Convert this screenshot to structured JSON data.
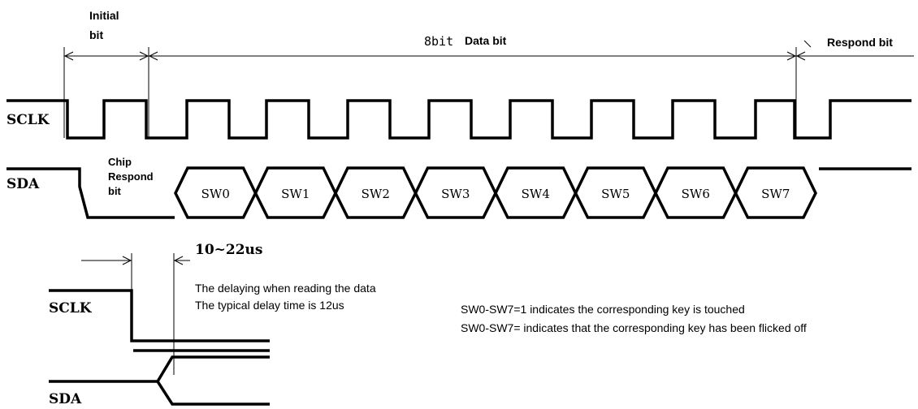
{
  "labels": {
    "initial_bit_line1": "Initial",
    "initial_bit_line2": "bit",
    "data_bit_prefix": "8bit",
    "data_bit_text": "Data bit",
    "respond_bit": "Respond bit",
    "sclk": "SCLK",
    "sda": "SDA",
    "chip_respond_line1": "Chip",
    "chip_respond_line2": "Respond",
    "chip_respond_line3": "bit",
    "delay_value": "10~22us",
    "delay_desc_line1": "The delaying when reading the data",
    "delay_desc_line2": "The typical delay time is 12us"
  },
  "data_bits": [
    "SW0",
    "SW1",
    "SW2",
    "SW3",
    "SW4",
    "SW5",
    "SW6",
    "SW7"
  ],
  "notes": {
    "line1": "SW0-SW7=1 indicates the corresponding key is touched",
    "line2": "SW0-SW7= indicates that the corresponding key has been flicked off"
  }
}
